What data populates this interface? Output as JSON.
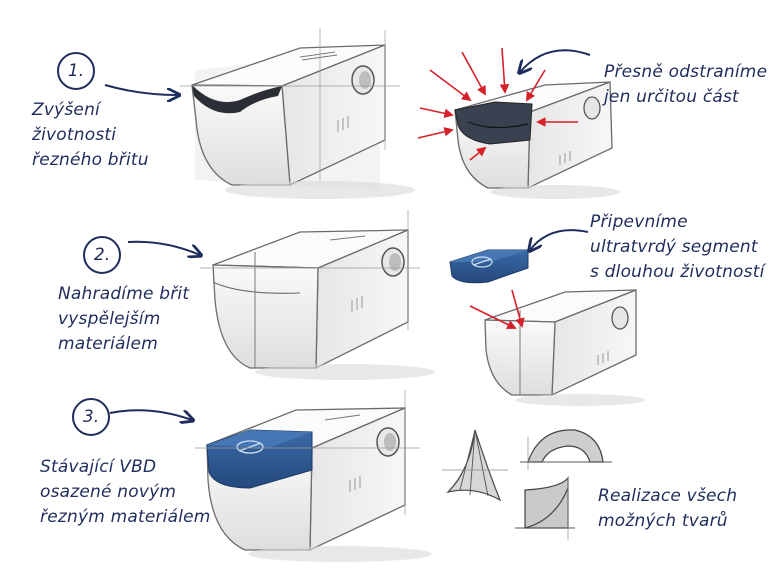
{
  "steps": [
    {
      "number": "1.",
      "caption": "Zvýšení\nživotnosti\nřezného břitu"
    },
    {
      "number": "2.",
      "caption": "Nahradíme břit\nvyspělejším\nmateriálem"
    },
    {
      "number": "3.",
      "caption": "Stávající VBD\nosazené novým\nřezným materiálem"
    }
  ],
  "notes": {
    "remove_part": "Přesně odstraníme\njen určitou část",
    "attach_segment": "Připevníme\nultratvrdý segment\ns dlouhou životností",
    "all_shapes": "Realizace všech\nmožných tvarů"
  },
  "colors": {
    "ink": "#1f2d5c",
    "segment_blue": "#2f5a93",
    "removed_dark": "#3a4150",
    "arrow_red": "#d6202a",
    "sketch_line": "#6b6b6b",
    "body_fill": "#f4f4f4"
  },
  "icons": [
    "step-circle-icon",
    "curved-arrow-icon",
    "red-arrow-icon",
    "logo-mark-icon",
    "cutting-insert-icon"
  ]
}
